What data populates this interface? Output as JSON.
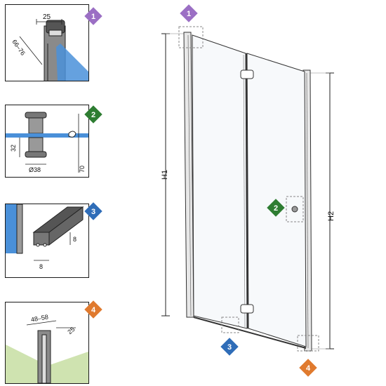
{
  "colors": {
    "badge_1": "#9b6fc4",
    "badge_2": "#2e7d32",
    "badge_3": "#2f6db8",
    "badge_4": "#e07a2e",
    "glass": "#4a90d9",
    "floor": "#cfe3b0",
    "frame": "#3a3a3a"
  },
  "badges": [
    {
      "num": "1",
      "color_key": "badge_1"
    },
    {
      "num": "2",
      "color_key": "badge_2"
    },
    {
      "num": "3",
      "color_key": "badge_3"
    },
    {
      "num": "4",
      "color_key": "badge_4"
    }
  ],
  "detail_1": {
    "dim_top": "25",
    "dim_diag": "66–76"
  },
  "detail_2": {
    "dim_height": "32",
    "dim_diameter": "Ø38",
    "dim_total": "70"
  },
  "detail_3": {
    "dim_height": "8",
    "dim_width": "8"
  },
  "detail_4": {
    "dim_range": "48–58",
    "dim_side": "25"
  },
  "main": {
    "label_h1": "H1",
    "label_h2": "H2"
  }
}
